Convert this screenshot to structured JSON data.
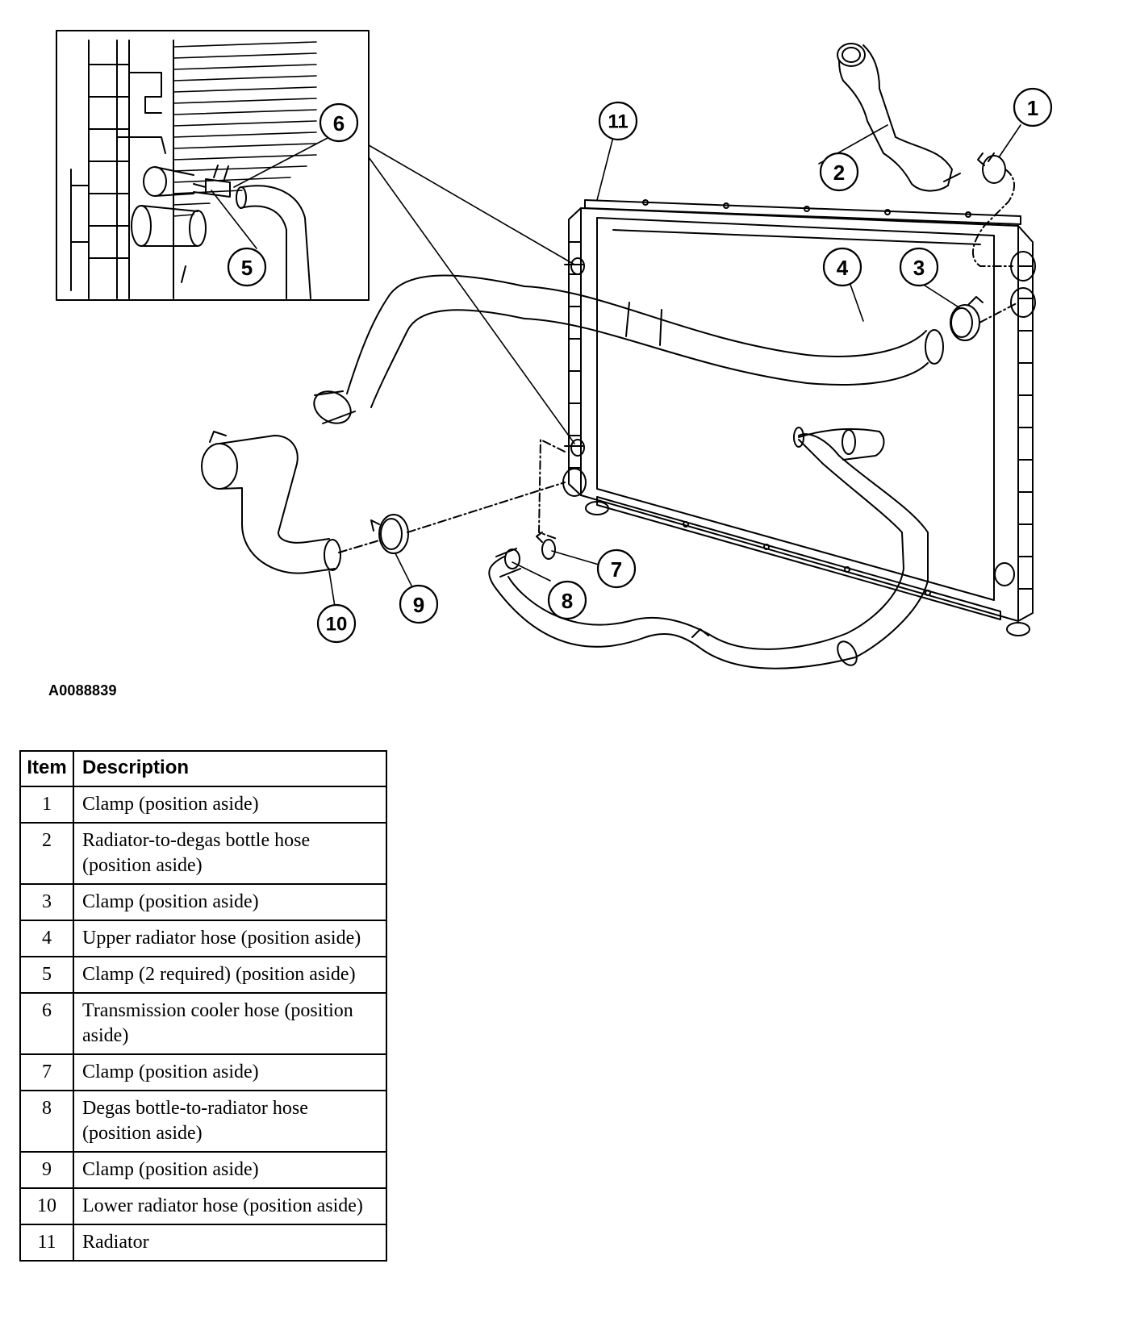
{
  "figure_id": "A0088839",
  "callouts": [
    "1",
    "2",
    "3",
    "4",
    "5",
    "6",
    "7",
    "8",
    "9",
    "10",
    "11"
  ],
  "table": {
    "headers": {
      "item": "Item",
      "description": "Description"
    },
    "rows": [
      {
        "item": "1",
        "description": "Clamp (position aside)"
      },
      {
        "item": "2",
        "description": "Radiator-to-degas bottle hose (position aside)"
      },
      {
        "item": "3",
        "description": "Clamp (position aside)"
      },
      {
        "item": "4",
        "description": "Upper radiator hose (position aside)"
      },
      {
        "item": "5",
        "description": "Clamp (2 required) (position aside)"
      },
      {
        "item": "6",
        "description": "Transmission cooler hose (position aside)"
      },
      {
        "item": "7",
        "description": "Clamp (position aside)"
      },
      {
        "item": "8",
        "description": "Degas bottle-to-radiator hose (position aside)"
      },
      {
        "item": "9",
        "description": "Clamp (position aside)"
      },
      {
        "item": "10",
        "description": "Lower radiator hose (position aside)"
      },
      {
        "item": "11",
        "description": "Radiator"
      }
    ]
  }
}
